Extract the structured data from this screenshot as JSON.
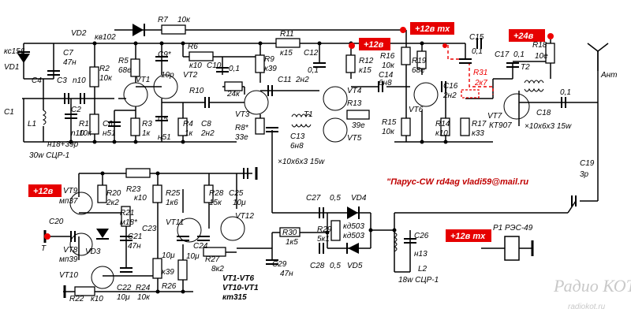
{
  "title": "\"Парус-CW rd4ag vladi59@mail.ru",
  "watermark": {
    "line1": "Радио КОТ",
    "line2": "radiokot.ru"
  },
  "power_badges": {
    "top_tx": "+12в тх",
    "top_12": "+12в",
    "top_24": "+24в",
    "left_12": "+12в",
    "relay_tx": "+12в тх"
  },
  "colors": {
    "badge": "#e60000",
    "title": "#c00000",
    "dashed": "#e00000"
  },
  "labels": {
    "vd2": "VD2",
    "r7": "R7",
    "r7v": "10к",
    "kv102": "кв102",
    "kc156": "кс156",
    "vd1": "VD1",
    "c7": "C7",
    "c7v": "47н",
    "c4": "C4",
    "c4v": "n10",
    "c3": "C3",
    "c1": "C1",
    "l1": "L1",
    "c2": "C2",
    "c2v": "n10",
    "r1": "R1",
    "r1v": "10к",
    "l1v": "н18+39р",
    "l1coil": "30w СЦР-1",
    "r2": "R2",
    "r2v": "10к",
    "r5": "R5",
    "r5v": "68е",
    "vt1": "VT1",
    "c6": "C6",
    "c6v": "н51",
    "r3": "R3",
    "r3v": "1к",
    "c9": "C9*",
    "c9v": "10р",
    "vt2": "VT2",
    "r10": "R10",
    "r6": "R6",
    "r6v": "к10",
    "c5": "C5",
    "c5v": "н51",
    "r4": "R4",
    "r4v": "1к",
    "c8": "C8",
    "c8v": "2н2",
    "c10": "C10",
    "c10v": "0,1",
    "r9": "R9",
    "r9v": "к39",
    "vt3": "VT3",
    "r8": "R8*",
    "r8v": "33е",
    "r24k": "24к",
    "c11": "C11",
    "c11v": "2н2",
    "r11": "R11",
    "r11v": "к15",
    "c12": "C12",
    "c12v": "0,1",
    "c13": "C13",
    "c13v": "6н8",
    "t1": "T1",
    "t1coil": "×10х6х3 15w",
    "r12": "R12",
    "r12v": "к15",
    "vt4": "VT4",
    "r13": "R13",
    "r13v": "39е",
    "vt5": "VT5",
    "r16": "R16",
    "r16v": "10к",
    "c14": "C14",
    "c14v": "6н8",
    "r15": "R15",
    "r15v": "10к",
    "vt6": "VT6",
    "r19": "R19",
    "r19v": "68е",
    "c16": "C16",
    "c16v": "2н2",
    "r14": "R14",
    "r14v": "к10",
    "r17": "R17",
    "r17v": "к33",
    "c15": "C15",
    "c15v": "0,1",
    "r31": "R31",
    "r31v": "2к7",
    "c17": "C17",
    "c17v": "0,1",
    "r18": "R18",
    "r18v": "10е",
    "t2": "T2",
    "vt7": "VT7",
    "vt7v": "КТ907",
    "t2coil": "×10х6х3 15w",
    "c18": "C18",
    "c18v": "0,1",
    "ant": "Ант",
    "c19": "C19",
    "c19v": "3р",
    "vt9": "VT9",
    "vt9v": "мп37",
    "r20": "R20",
    "r20v": "2к2",
    "r23": "R23",
    "r23v": "к10",
    "r21": "R21",
    "r21v": "м18*",
    "c20": "C20",
    "vt8": "VT8",
    "vt8v": "мп39",
    "vd3": "VD3",
    "vt10": "VT10",
    "r22": "R22",
    "r22v": "к10",
    "r25": "R25",
    "r25v": "1к6",
    "r28": "R28",
    "r28v": "15к",
    "c25": "C25",
    "c25v": "10μ",
    "vt11": "VT11",
    "vt12": "VT12",
    "c23": "C23",
    "c23v": "10μ",
    "c21": "C21",
    "c21v": "47н",
    "c24": "C24",
    "c24v": "10μ",
    "r27": "R27",
    "r27v": "8к2",
    "c22": "C22",
    "c22v": "10μ",
    "r24": "R24",
    "r24v": "10к",
    "r26": "R26",
    "r26v": "к39",
    "note1": "VT1-VT6",
    "note2": "VT10-VT1",
    "note3": "кт315",
    "c29": "C29",
    "c29v": "47н",
    "r30": "R30",
    "r30v": "1к5",
    "c27": "C27",
    "c27v": "0,5",
    "r29": "R29",
    "r29v": "5к1",
    "vd4": "VD4",
    "vd4v": "кд503",
    "vd5": "VD5",
    "vd5v": "кд503",
    "c28": "C28",
    "c28v": "0,5",
    "c26": "C26",
    "c26v": "н13",
    "l2": "L2",
    "l2coil": "18w СЦР-1",
    "relay": "Р1 РЭС-49",
    "t": "T"
  }
}
